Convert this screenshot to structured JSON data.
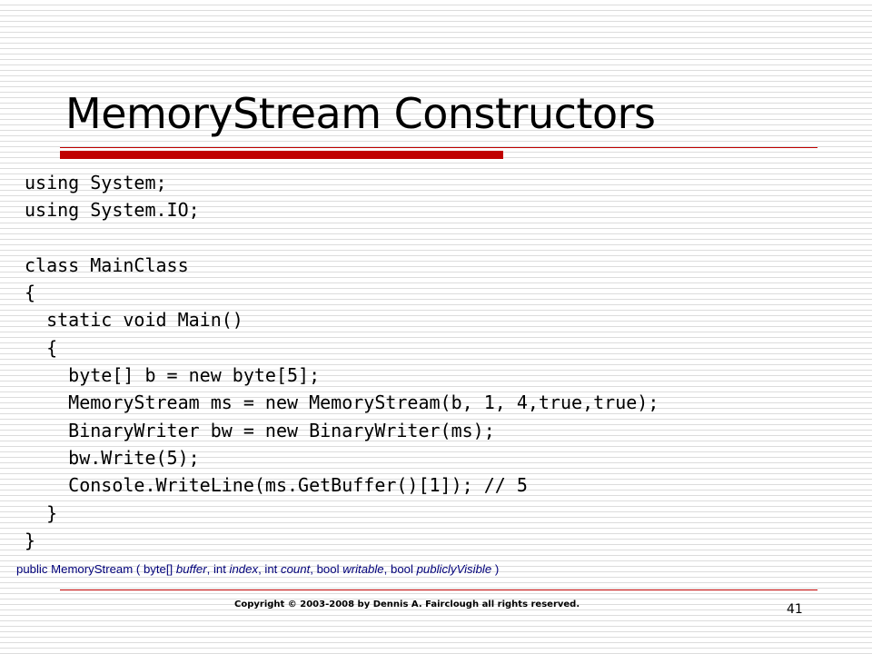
{
  "slide": {
    "title": "MemoryStream Constructors",
    "colors": {
      "accent_rule": "#c00000",
      "caption_text": "#00007a",
      "background_lines": "#dcdcdc"
    }
  },
  "code": {
    "lines": [
      "using System;",
      "using System.IO;",
      "",
      "class MainClass",
      "{",
      "  static void Main()",
      "  {",
      "    byte[] b = new byte[5];",
      "    MemoryStream ms = new MemoryStream(b, 1, 4,true,true);",
      "    BinaryWriter bw = new BinaryWriter(ms);",
      "    bw.Write(5);",
      "    Console.WriteLine(ms.GetBuffer()[1]); // 5",
      "  }",
      "}"
    ]
  },
  "caption": {
    "prefix": "public MemoryStream ( byte[] ",
    "buffer": "buffer",
    "sep1": ", int ",
    "index": "index",
    "sep2": ", int ",
    "count": "count",
    "sep3": ", bool ",
    "writable": "writable",
    "sep4": ", bool ",
    "publicly_visible": "publiclyVisible",
    "suffix": " )"
  },
  "footer": {
    "copyright": "Copyright © 2003-2008 by Dennis A. Fairclough all rights reserved.",
    "page_number": "41"
  }
}
